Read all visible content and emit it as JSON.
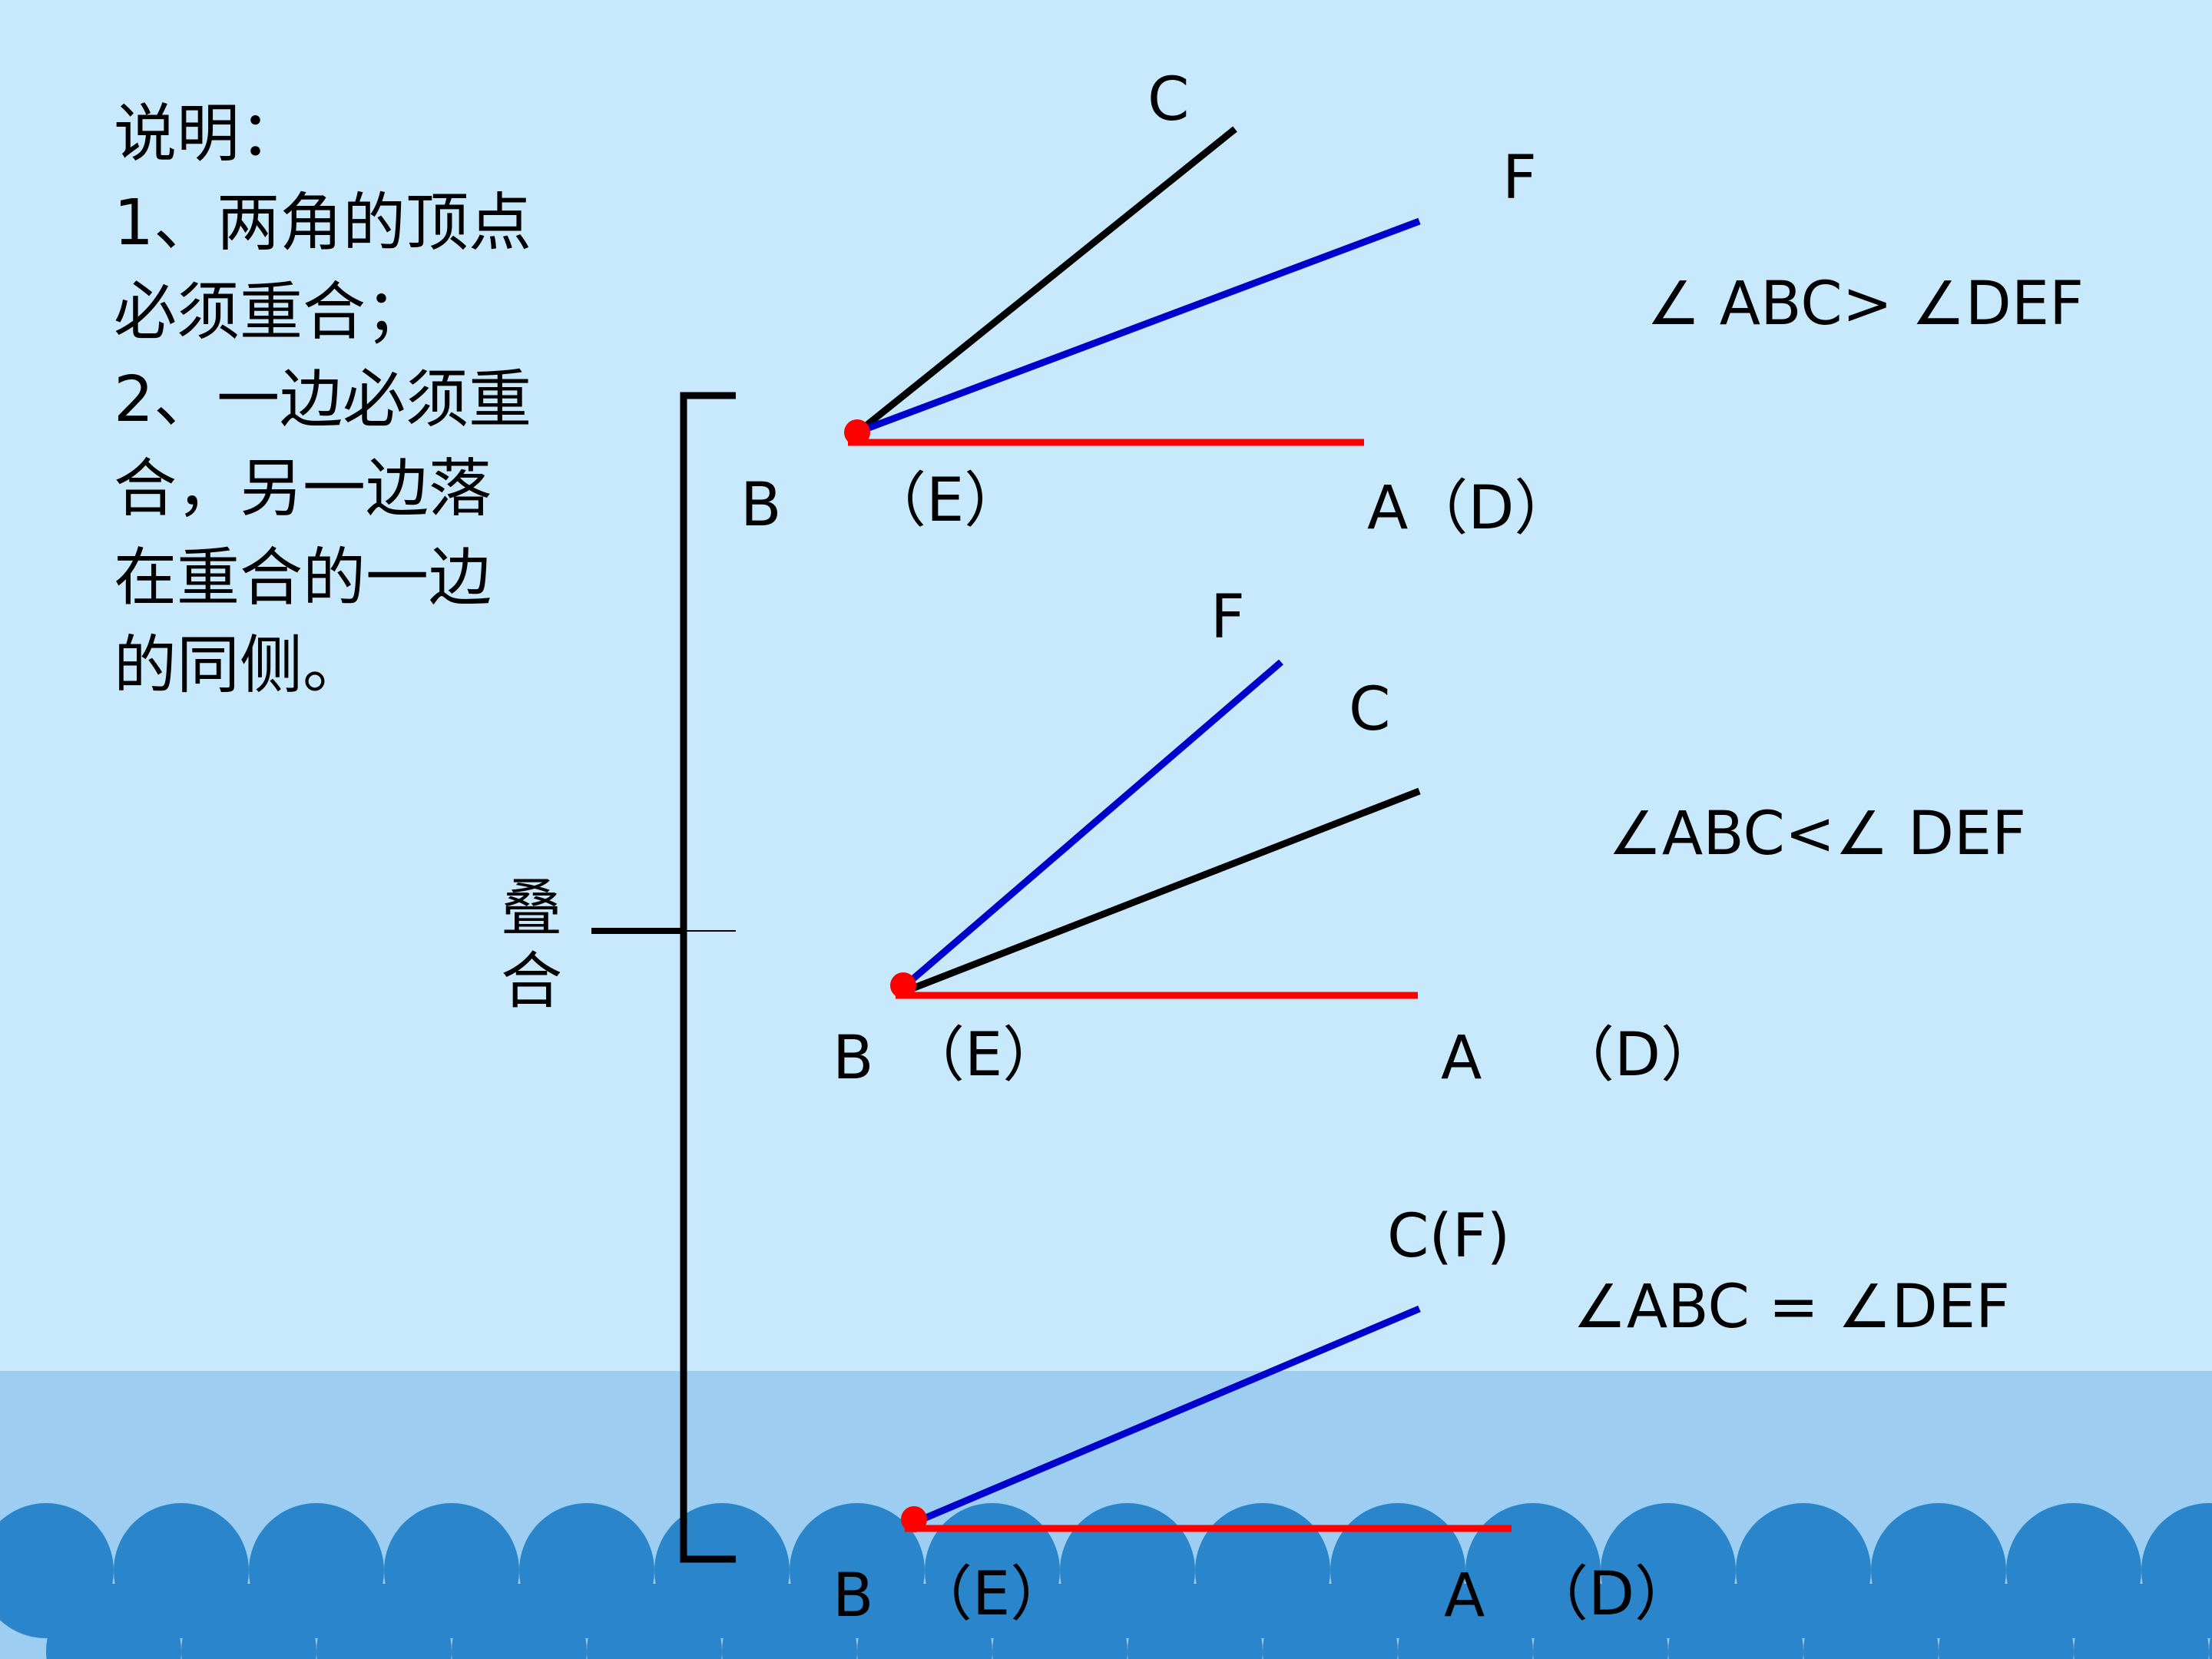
{
  "colors": {
    "background": "#c7e9fb",
    "water": "#9dcdf0",
    "waves": "#2a85cb",
    "ray_black": "#000000",
    "ray_blue": "#0000cc",
    "ray_red": "#ff0000"
  },
  "instructions": {
    "heading": "说明：",
    "lines": [
      "1、两角的顶点",
      "必须重合；",
      "2、一边必须重",
      "合，另一边落",
      "在重合的一边",
      "的同侧。"
    ]
  },
  "bracket": {
    "label_top": "叠",
    "label_bottom": "合"
  },
  "cases": [
    {
      "vertex_label": "B",
      "vertex_alt_label": "（E）",
      "point_a_label": "A（D）",
      "point_c_label": "C",
      "point_f_label": "F",
      "relation": "∠ ABC> ∠DEF"
    },
    {
      "vertex_label": "B",
      "vertex_alt_label": "（E）",
      "point_a_label": "A",
      "point_d_label": "（D）",
      "point_c_label": "C",
      "point_f_label": "F",
      "relation": "∠ABC<∠ DEF"
    },
    {
      "vertex_label": "B",
      "vertex_alt_label": "（E）",
      "point_a_label": "A",
      "point_d_label": "（D）",
      "point_cf_label": "C(F)",
      "relation": "∠ABC = ∠DEF"
    }
  ]
}
